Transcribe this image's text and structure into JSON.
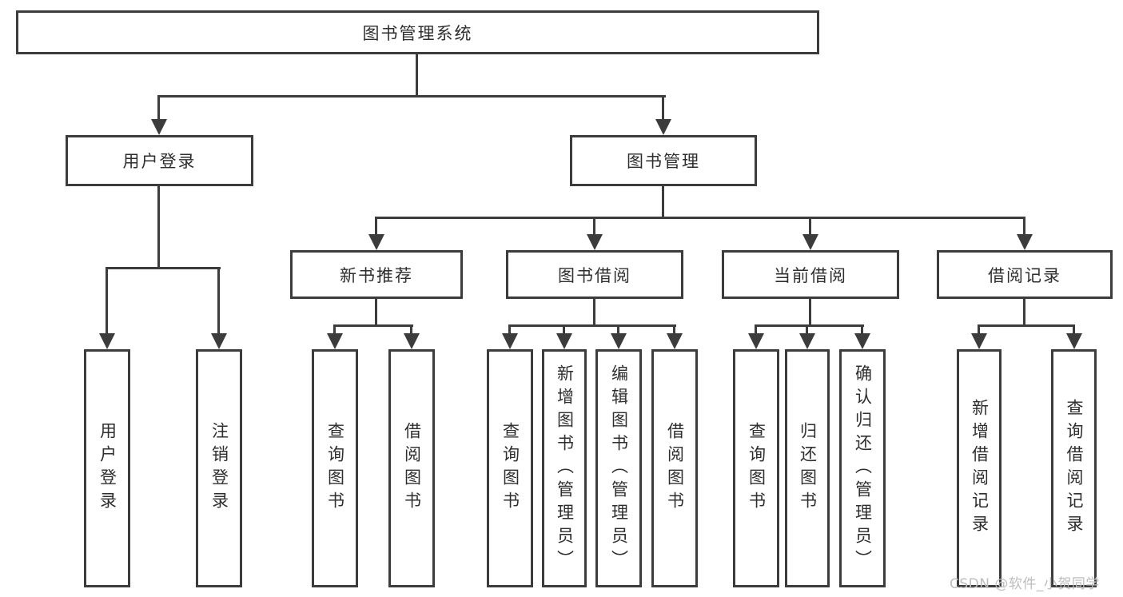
{
  "root": {
    "label": "图书管理系统"
  },
  "level2": [
    {
      "label": "用户登录",
      "children": [
        "用户登录",
        "注销登录"
      ]
    },
    {
      "label": "图书管理",
      "children": [
        {
          "label": "新书推荐",
          "children": [
            "查询图书",
            "借阅图书"
          ]
        },
        {
          "label": "图书借阅",
          "children": [
            "查询图书",
            "新增图书（管理员）",
            "编辑图书（管理员）",
            "借阅图书"
          ]
        },
        {
          "label": "当前借阅",
          "children": [
            "查询图书",
            "归还图书",
            "确认归还（管理员）"
          ]
        },
        {
          "label": "借阅记录",
          "children": [
            "新增借阅记录",
            "查询借阅记录"
          ]
        }
      ]
    }
  ],
  "watermark": "CSDN @软件_小贺同学",
  "colors": {
    "line": "#3c3c3c",
    "text": "#2e2e2e",
    "watermark": "#bdbdbd",
    "background": "#ffffff"
  }
}
